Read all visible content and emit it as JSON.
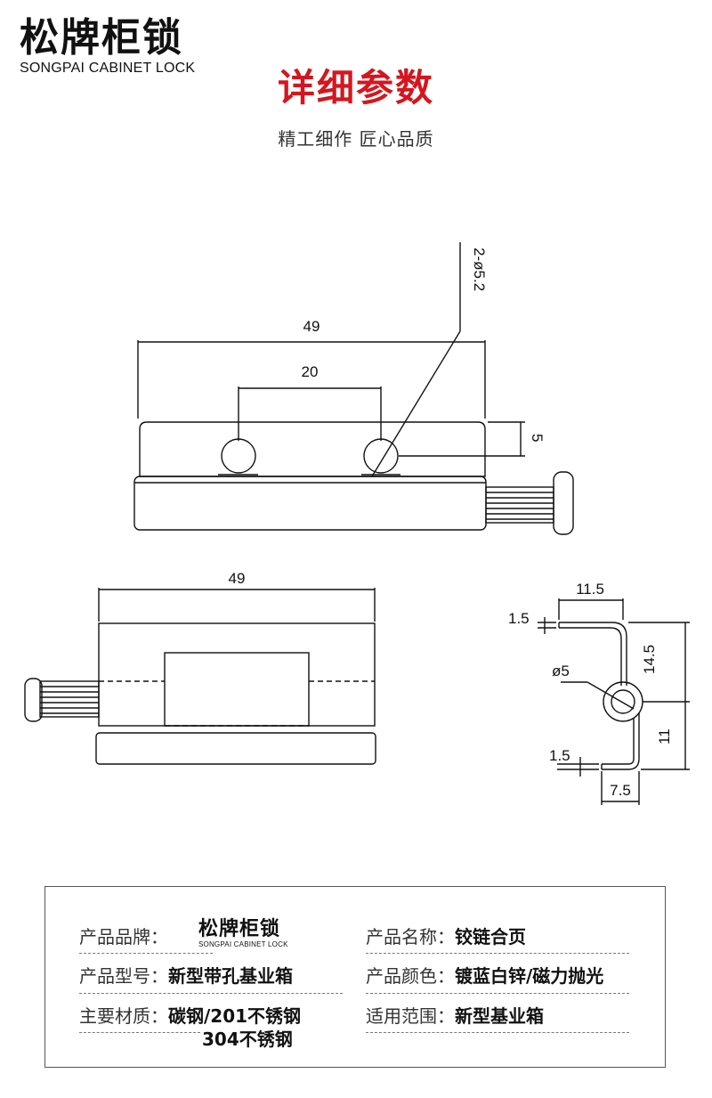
{
  "brand": {
    "name_cn": "松牌柜锁",
    "name_en": "SONGPAI CABINET LOCK"
  },
  "header": {
    "title": "详细参数",
    "subtitle": "精工细作 匠心品质"
  },
  "drawing_top": {
    "overall_width": "49",
    "hole_spacing": "20",
    "hole_spec": "2-ø5.2",
    "height": "5"
  },
  "drawing_front": {
    "overall_width": "49"
  },
  "drawing_side": {
    "width": "11.5",
    "thickness_top": "1.5",
    "pin": "ø5",
    "upper_height": "14.5",
    "lower_height": "11",
    "thickness_bottom": "1.5",
    "bottom_width": "7.5"
  },
  "specs": {
    "brand_label": "产品品牌：",
    "name_label": "产品名称：",
    "name_value": "铰链合页",
    "model_label": "产品型号：",
    "model_value": "新型带孔基业箱",
    "color_label": "产品颜色：",
    "color_value": "镀蓝白锌/磁力抛光",
    "material_label": "主要材质：",
    "material_value": "碳钢/201不锈钢",
    "material_value_2": "304不锈钢",
    "usage_label": "适用范围：",
    "usage_value": "新型基业箱"
  },
  "colors": {
    "accent_red": "#d5161e",
    "line": "#111111",
    "dash": "#777777"
  }
}
